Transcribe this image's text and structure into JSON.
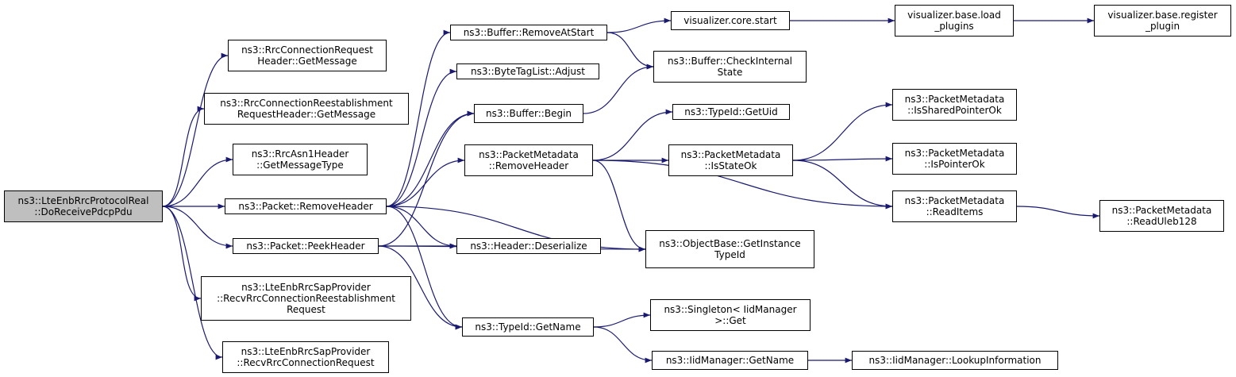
{
  "colors": {
    "edge": "#191970",
    "root_fill": "#bfbfbf",
    "node_fill": "#ffffff",
    "border": "#000000"
  },
  "nodes": [
    {
      "id": "root",
      "lines": [
        "ns3::LteEnbRrcProtocolReal",
        "::DoReceivePdcpPdu"
      ],
      "root": true
    },
    {
      "id": "rrcReqHdr",
      "lines": [
        "ns3::RrcConnectionRequest",
        "Header::GetMessage"
      ]
    },
    {
      "id": "rrcReestHdr",
      "lines": [
        "ns3::RrcConnectionReestablishment",
        "RequestHeader::GetMessage"
      ]
    },
    {
      "id": "asn1",
      "lines": [
        "ns3::RrcAsn1Header",
        "::GetMessageType"
      ]
    },
    {
      "id": "pktRemove",
      "lines": [
        "ns3::Packet::RemoveHeader"
      ]
    },
    {
      "id": "pktPeek",
      "lines": [
        "ns3::Packet::PeekHeader"
      ]
    },
    {
      "id": "sapReest",
      "lines": [
        "ns3::LteEnbRrcSapProvider",
        "::RecvRrcConnectionReestablishment",
        "Request"
      ]
    },
    {
      "id": "sapReq",
      "lines": [
        "ns3::LteEnbRrcSapProvider",
        "::RecvRrcConnectionRequest"
      ]
    },
    {
      "id": "bufRemove",
      "lines": [
        "ns3::Buffer::RemoveAtStart"
      ]
    },
    {
      "id": "btl",
      "lines": [
        "ns3::ByteTagList::Adjust"
      ]
    },
    {
      "id": "bufBegin",
      "lines": [
        "ns3::Buffer::Begin"
      ]
    },
    {
      "id": "pmRemove",
      "lines": [
        "ns3::PacketMetadata",
        "::RemoveHeader"
      ]
    },
    {
      "id": "hdrDeser",
      "lines": [
        "ns3::Header::Deserialize"
      ]
    },
    {
      "id": "tidName",
      "lines": [
        "ns3::TypeId::GetName"
      ]
    },
    {
      "id": "vcs",
      "lines": [
        "visualizer.core.start"
      ]
    },
    {
      "id": "bufCheck",
      "lines": [
        "ns3::Buffer::CheckInternal",
        "State"
      ]
    },
    {
      "id": "tidUid",
      "lines": [
        "ns3::TypeId::GetUid"
      ]
    },
    {
      "id": "pmState",
      "lines": [
        "ns3::PacketMetadata",
        "::IsStateOk"
      ]
    },
    {
      "id": "objBase",
      "lines": [
        "ns3::ObjectBase::GetInstance",
        "TypeId"
      ]
    },
    {
      "id": "singleton",
      "lines": [
        "ns3::Singleton< IidManager",
        ">::Get"
      ]
    },
    {
      "id": "iidName",
      "lines": [
        "ns3::IidManager::GetName"
      ]
    },
    {
      "id": "vbl",
      "lines": [
        "visualizer.base.load",
        "_plugins"
      ]
    },
    {
      "id": "pmShared",
      "lines": [
        "ns3::PacketMetadata",
        "::IsSharedPointerOk"
      ]
    },
    {
      "id": "pmPtr",
      "lines": [
        "ns3::PacketMetadata",
        "::IsPointerOk"
      ]
    },
    {
      "id": "pmRead",
      "lines": [
        "ns3::PacketMetadata",
        "::ReadItems"
      ]
    },
    {
      "id": "iidLookup",
      "lines": [
        "ns3::IidManager::LookupInformation"
      ]
    },
    {
      "id": "vbr",
      "lines": [
        "visualizer.base.register",
        "_plugin"
      ]
    },
    {
      "id": "pmUleb",
      "lines": [
        "ns3::PacketMetadata",
        "::ReadUleb128"
      ]
    }
  ],
  "edges": [
    [
      "root",
      "rrcReqHdr"
    ],
    [
      "root",
      "rrcReestHdr"
    ],
    [
      "root",
      "asn1"
    ],
    [
      "root",
      "pktRemove"
    ],
    [
      "root",
      "pktPeek"
    ],
    [
      "root",
      "sapReest"
    ],
    [
      "root",
      "sapReq"
    ],
    [
      "pktRemove",
      "bufRemove"
    ],
    [
      "pktRemove",
      "btl"
    ],
    [
      "pktRemove",
      "bufBegin"
    ],
    [
      "pktRemove",
      "pmRemove"
    ],
    [
      "pktRemove",
      "hdrDeser"
    ],
    [
      "pktRemove",
      "objBase"
    ],
    [
      "pktRemove",
      "tidName"
    ],
    [
      "pktPeek",
      "bufBegin"
    ],
    [
      "pktPeek",
      "hdrDeser"
    ],
    [
      "pktPeek",
      "objBase"
    ],
    [
      "pktPeek",
      "tidName"
    ],
    [
      "bufRemove",
      "vcs"
    ],
    [
      "bufRemove",
      "bufCheck"
    ],
    [
      "bufBegin",
      "bufCheck"
    ],
    [
      "pmRemove",
      "tidUid"
    ],
    [
      "pmRemove",
      "pmState"
    ],
    [
      "pmRemove",
      "objBase"
    ],
    [
      "pmRemove",
      "pmRead"
    ],
    [
      "tidName",
      "singleton"
    ],
    [
      "tidName",
      "iidName"
    ],
    [
      "vcs",
      "vbl"
    ],
    [
      "vbl",
      "vbr"
    ],
    [
      "pmState",
      "pmShared"
    ],
    [
      "pmState",
      "pmPtr"
    ],
    [
      "pmState",
      "pmRead"
    ],
    [
      "pmRead",
      "pmUleb"
    ],
    [
      "iidName",
      "iidLookup"
    ]
  ]
}
